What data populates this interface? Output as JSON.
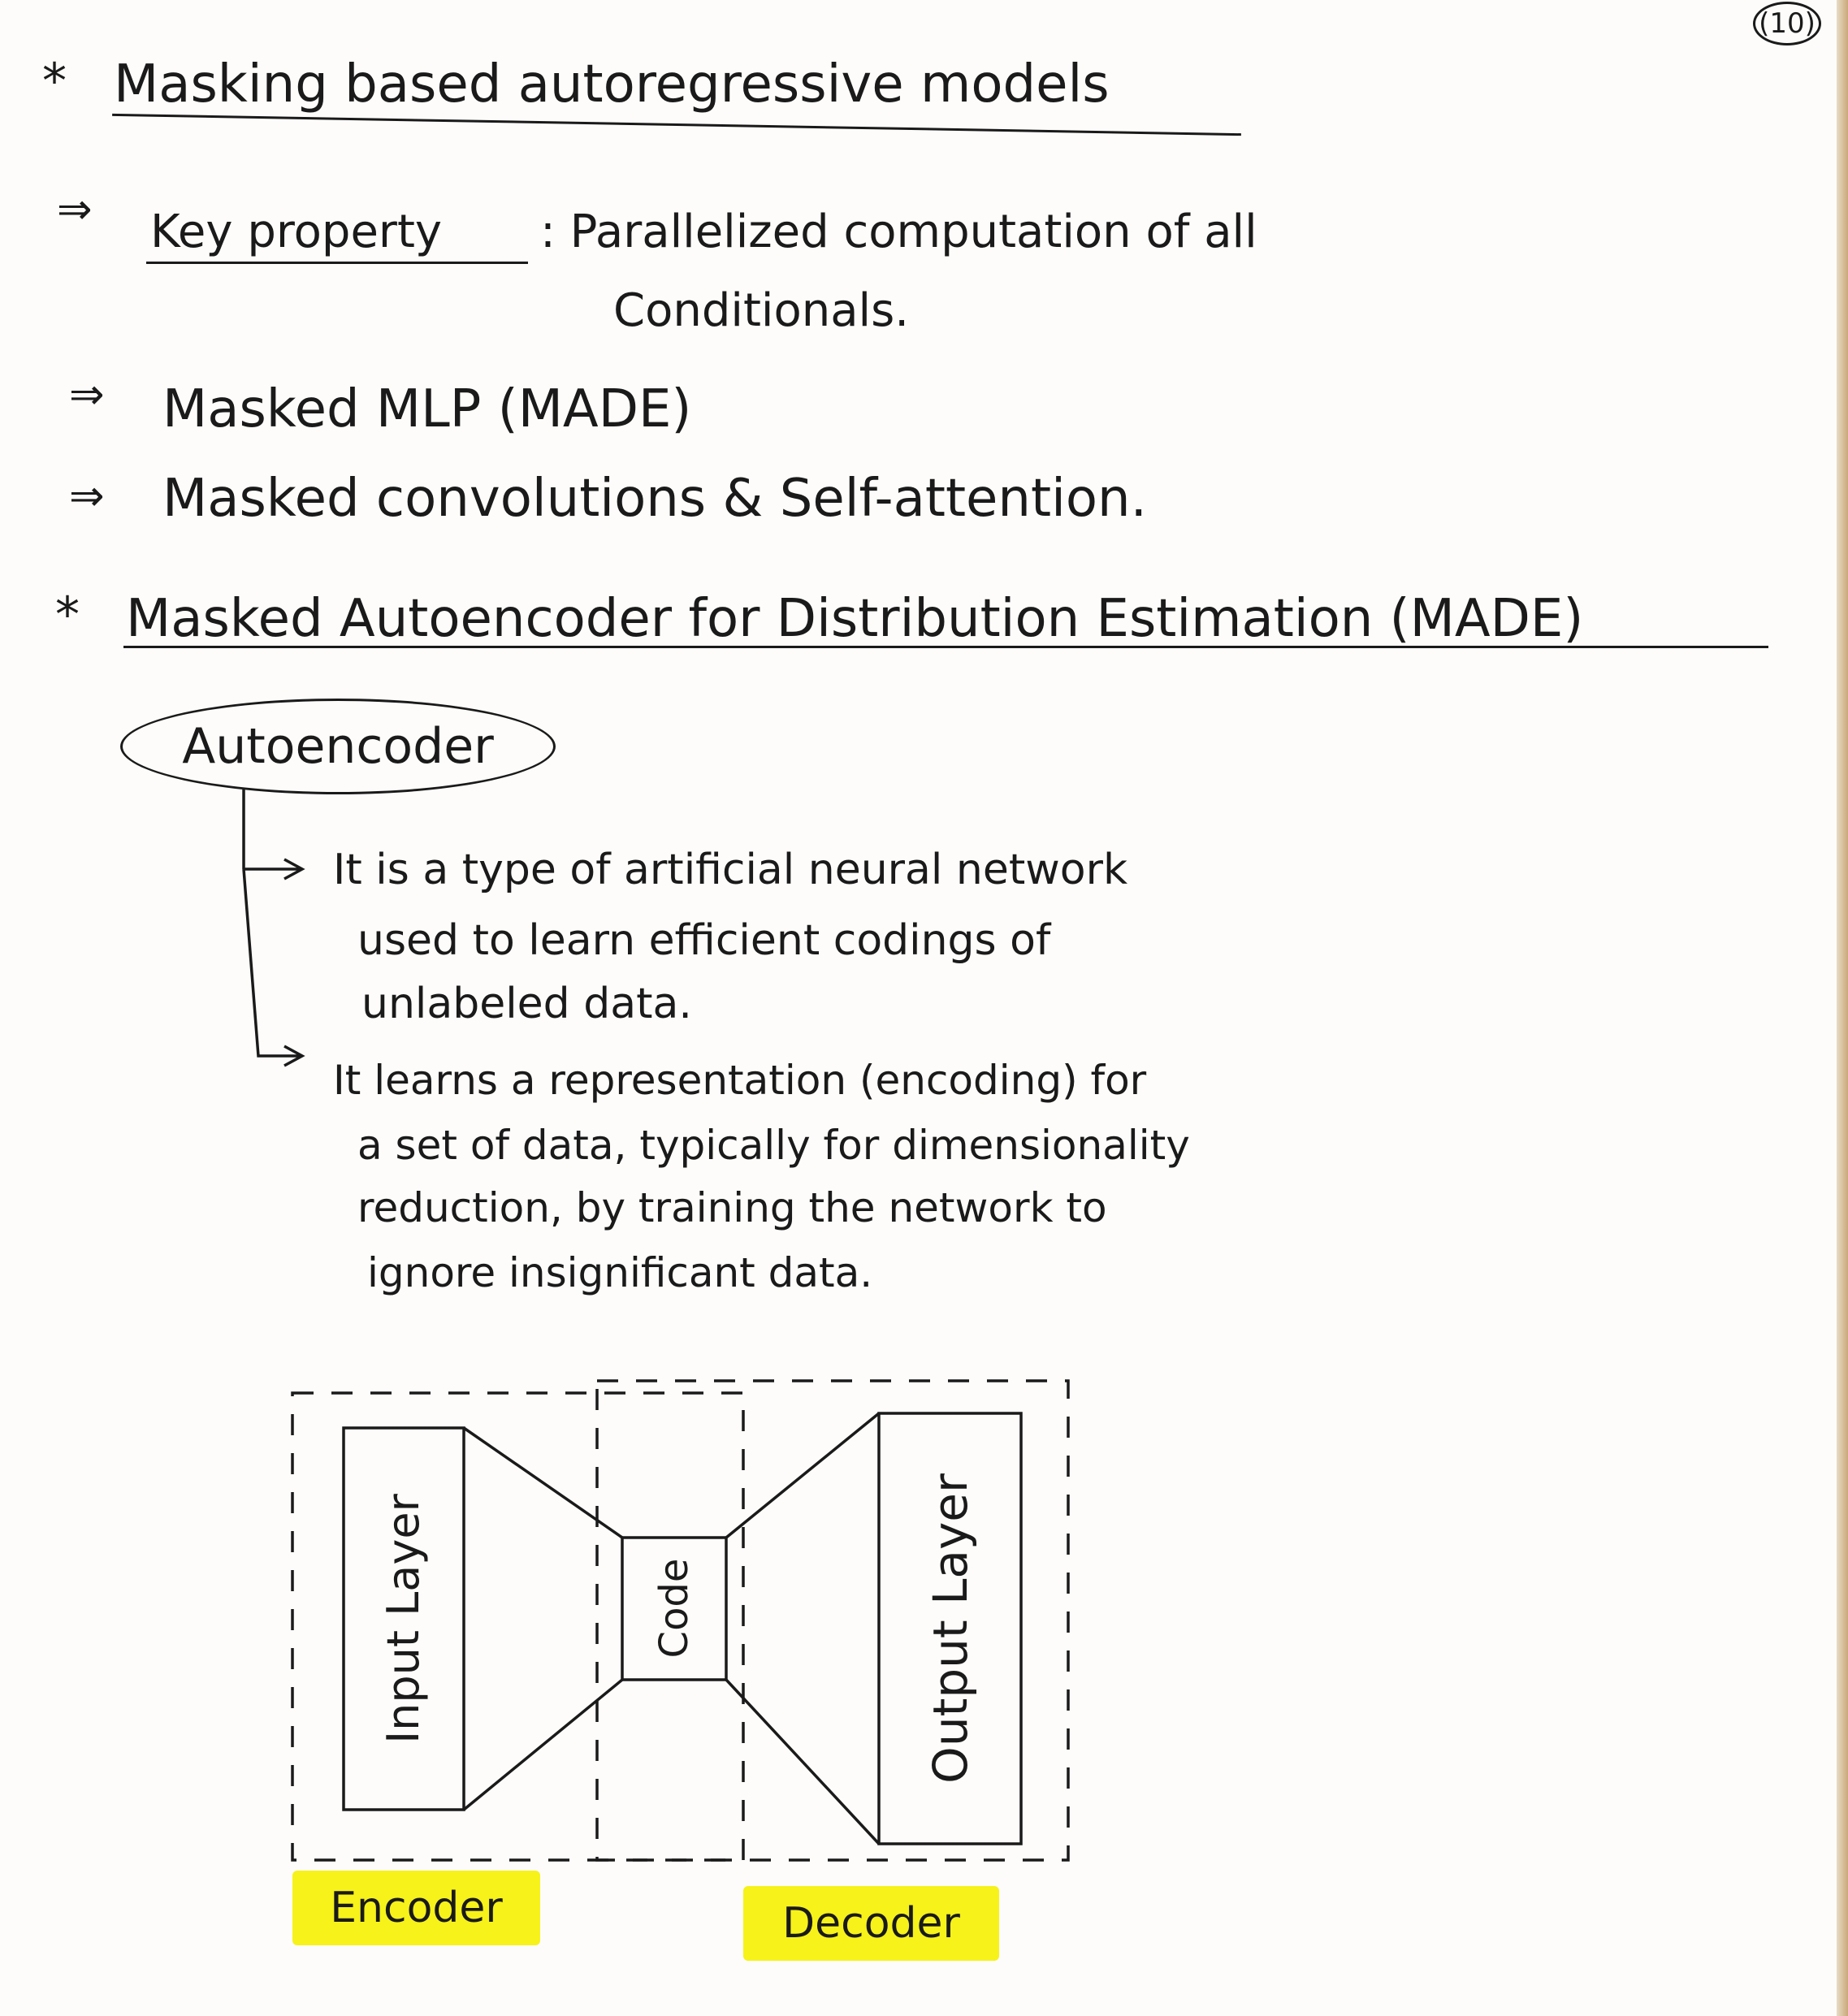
{
  "page_number": "(10)",
  "section1": {
    "bullet": "*",
    "title": "Masking based autoregressive models",
    "items": [
      {
        "arrow": "⇒",
        "label": "Key property",
        "text": ": Parallelized computation of all",
        "text2": "Conditionals."
      },
      {
        "arrow": "⇒",
        "text": "Masked MLP (MADE)"
      },
      {
        "arrow": "⇒",
        "text": "Masked convolutions & Self-attention."
      }
    ]
  },
  "section2": {
    "bullet": "*",
    "title": "Masked Autoencoder for Distribution Estimation (MADE)"
  },
  "autoencoder": {
    "label": "Autoencoder",
    "point1": [
      "It is a type of artificial neural network",
      "used to learn efficient codings of",
      "unlabeled data."
    ],
    "point2": [
      "It learns a representation (encoding) for",
      "a set of data, typically for dimensionality",
      "reduction, by training the network to",
      "ignore insignificant data."
    ]
  },
  "diagram": {
    "input_layer": "Input Layer",
    "code": "Code",
    "output_layer": "Output Layer",
    "encoder": "Encoder",
    "decoder": "Decoder",
    "highlight_color": "#f6f21a"
  }
}
